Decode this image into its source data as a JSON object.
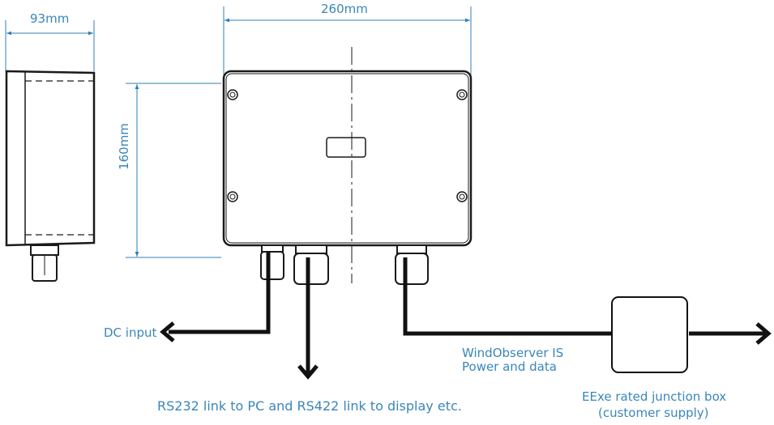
{
  "dimensions": {
    "depth": "93mm",
    "width": "260mm",
    "height": "160mm"
  },
  "labels": {
    "dc_input": "DC input",
    "rs_link": "RS232 link to PC and RS422 link to display etc.",
    "wind_line1": "WindObserver IS",
    "wind_line2": "Power and data",
    "junction_line1": "EExe rated junction box",
    "junction_line2": "(customer supply)"
  },
  "colors": {
    "annotation": "#3a86b8",
    "drawing": "#1a1a1a"
  }
}
